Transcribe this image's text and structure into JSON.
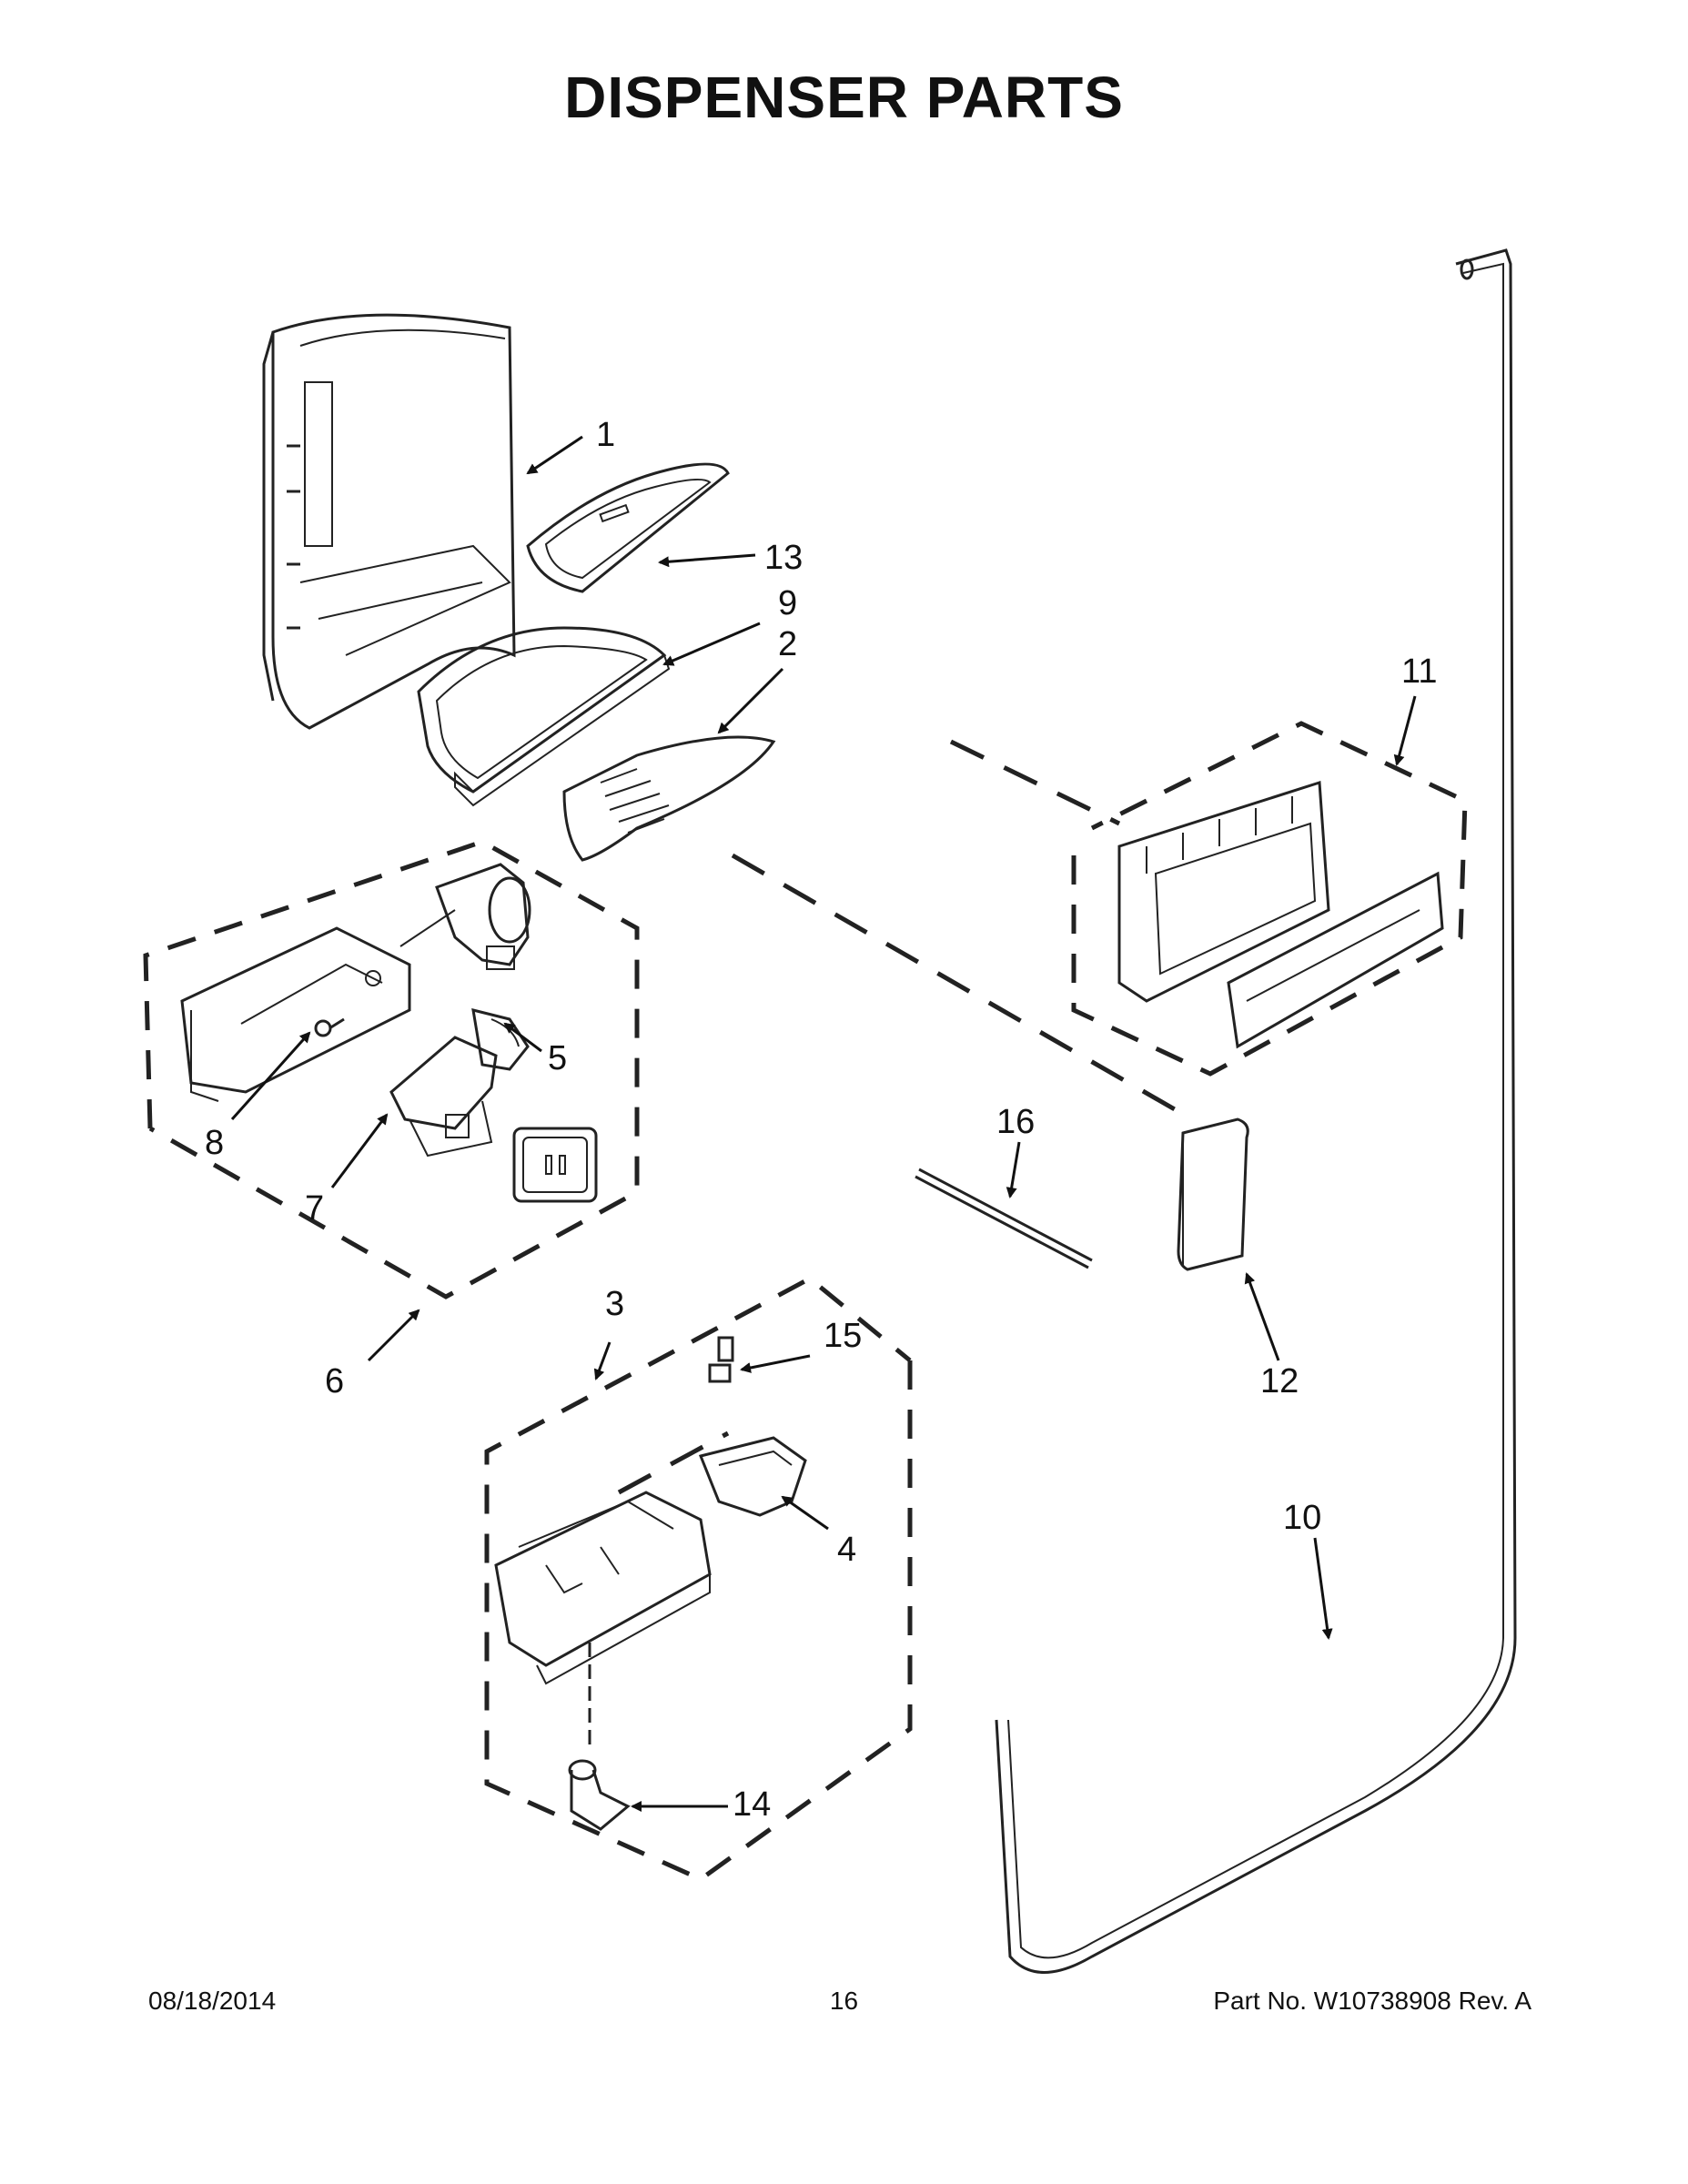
{
  "title": "DISPENSER PARTS",
  "callouts": [
    {
      "id": "c1",
      "text": "1"
    },
    {
      "id": "c2",
      "text": "2"
    },
    {
      "id": "c3",
      "text": "3"
    },
    {
      "id": "c4",
      "text": "4"
    },
    {
      "id": "c5",
      "text": "5"
    },
    {
      "id": "c6",
      "text": "6"
    },
    {
      "id": "c7",
      "text": "7"
    },
    {
      "id": "c8",
      "text": "8"
    },
    {
      "id": "c9",
      "text": "9"
    },
    {
      "id": "c10",
      "text": "10"
    },
    {
      "id": "c11",
      "text": "11"
    },
    {
      "id": "c12",
      "text": "12"
    },
    {
      "id": "c13",
      "text": "13"
    },
    {
      "id": "c14",
      "text": "14"
    },
    {
      "id": "c15",
      "text": "15"
    },
    {
      "id": "c16",
      "text": "16"
    }
  ],
  "footer": {
    "date": "08/18/2014",
    "page": "16",
    "part": "Part No.  W10738908  Rev.  A"
  }
}
